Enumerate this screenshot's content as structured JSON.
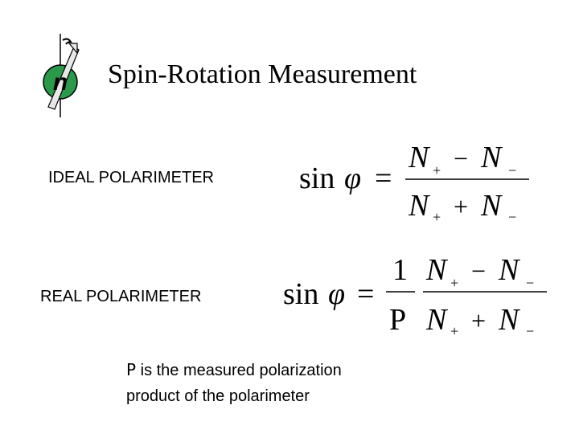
{
  "title": "Spin-Rotation Measurement",
  "logo": {
    "letter": "n",
    "icon": "neutron-spin-logo",
    "color": "#2a9a4a"
  },
  "ideal": {
    "label": "IDEAL POLARIMETER",
    "lhs": "sin",
    "phi": "φ",
    "eq": "=",
    "num_n1": "N",
    "num_s1": "+",
    "num_op": "−",
    "num_n2": "N",
    "num_s2": "−",
    "den_n1": "N",
    "den_s1": "+",
    "den_op": "+",
    "den_n2": "N",
    "den_s2": "−"
  },
  "real": {
    "label": "REAL POLARIMETER",
    "lhs": "sin",
    "phi": "φ",
    "eq": "=",
    "one": "1",
    "P": "P",
    "num_n1": "N",
    "num_s1": "+",
    "num_op": "−",
    "num_n2": "N",
    "num_s2": "−",
    "den_n1": "N",
    "den_s1": "+",
    "den_op": "+",
    "den_n2": "N",
    "den_s2": "−"
  },
  "note": {
    "symbol": "P",
    "line1_rest": "is the measured polarization",
    "line2": "product of the polarimeter"
  }
}
